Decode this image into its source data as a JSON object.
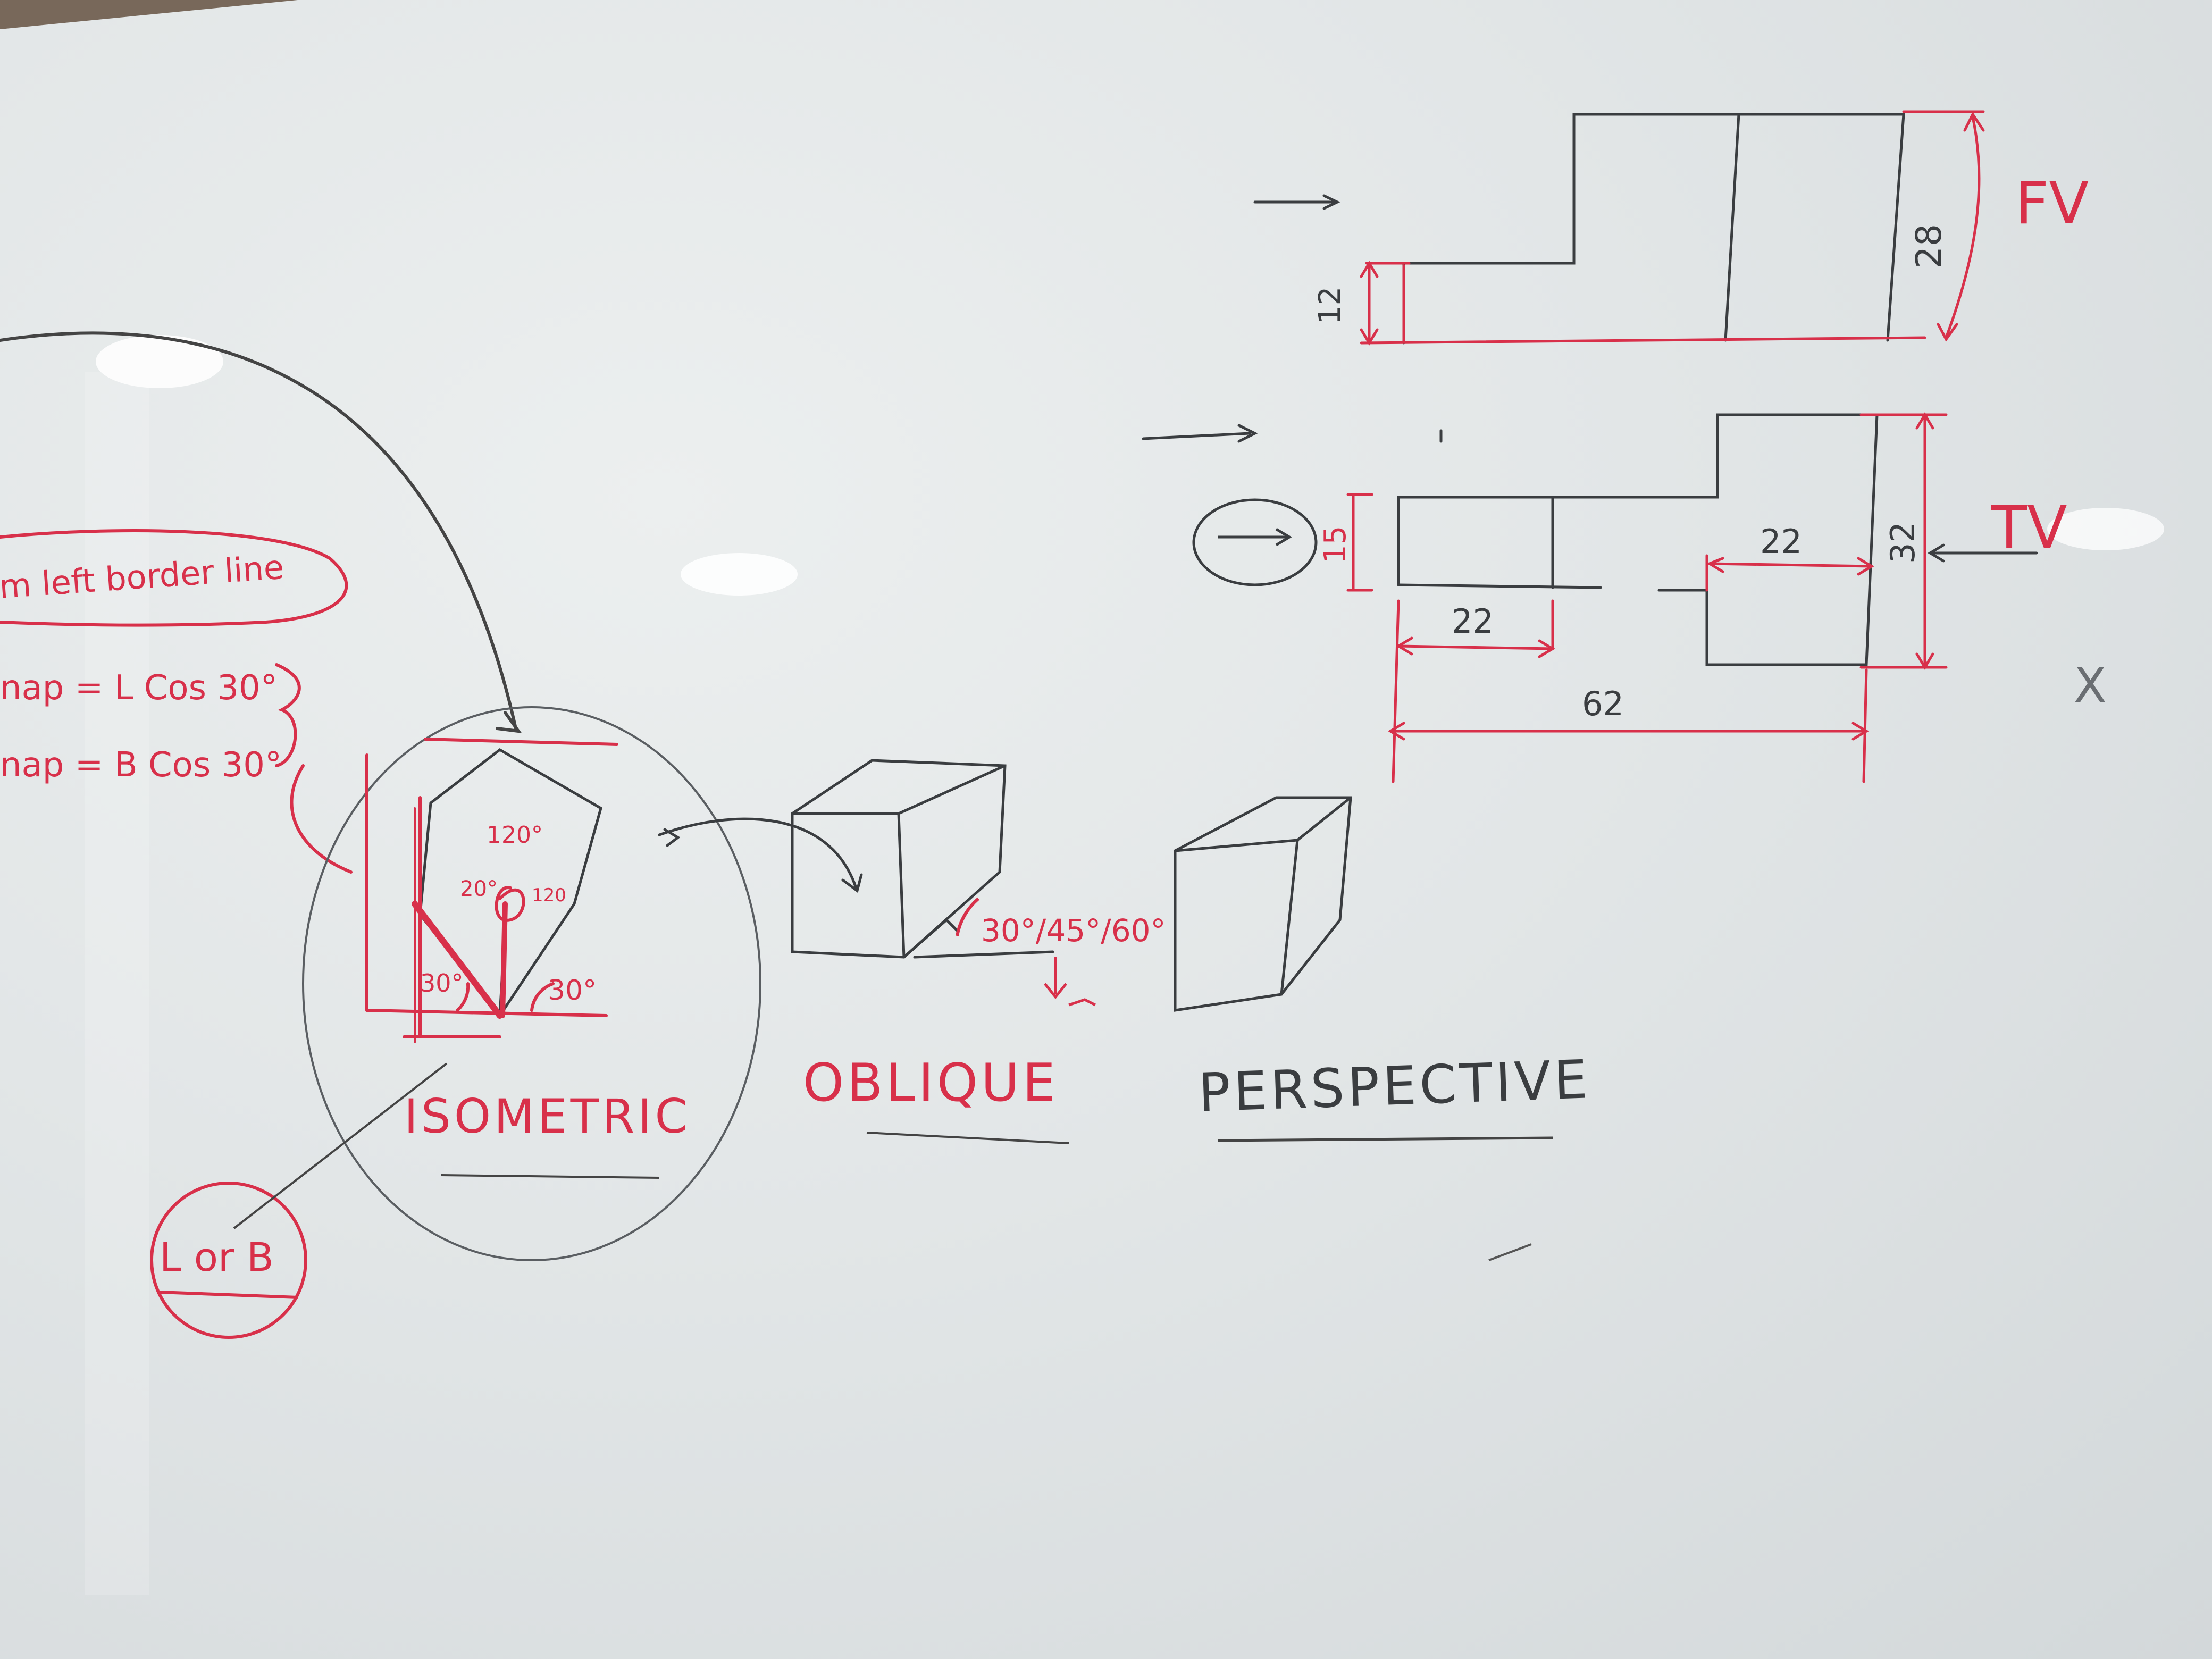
{
  "colors": {
    "board": "#e4e8e9",
    "black_ink": "#3a3d40",
    "red_ink": "#d8304a",
    "frame": "#6b5a4a"
  },
  "notes": {
    "border_line": "m left border line",
    "formula_l": "nap = L Cos 30°",
    "formula_b": "nap = B Cos 30°",
    "l_or_b": "L or B"
  },
  "titles": {
    "isometric": "ISOMETRIC",
    "oblique": "OBLIQUE",
    "perspective": "PERSPECTIVE"
  },
  "iso_angles": {
    "top": "120°",
    "left": "20°",
    "right": "120",
    "base_left": "30°",
    "base_right": "30°"
  },
  "oblique_angles": "30°/45°/60°",
  "views": {
    "fv": "FV",
    "tv": "TV",
    "x_mark": "X"
  },
  "dims": {
    "fv_12": "12",
    "fv_28": "28",
    "tv_15": "15",
    "tv_22_left": "22",
    "tv_22_right": "22",
    "tv_32": "32",
    "tv_62": "62"
  }
}
